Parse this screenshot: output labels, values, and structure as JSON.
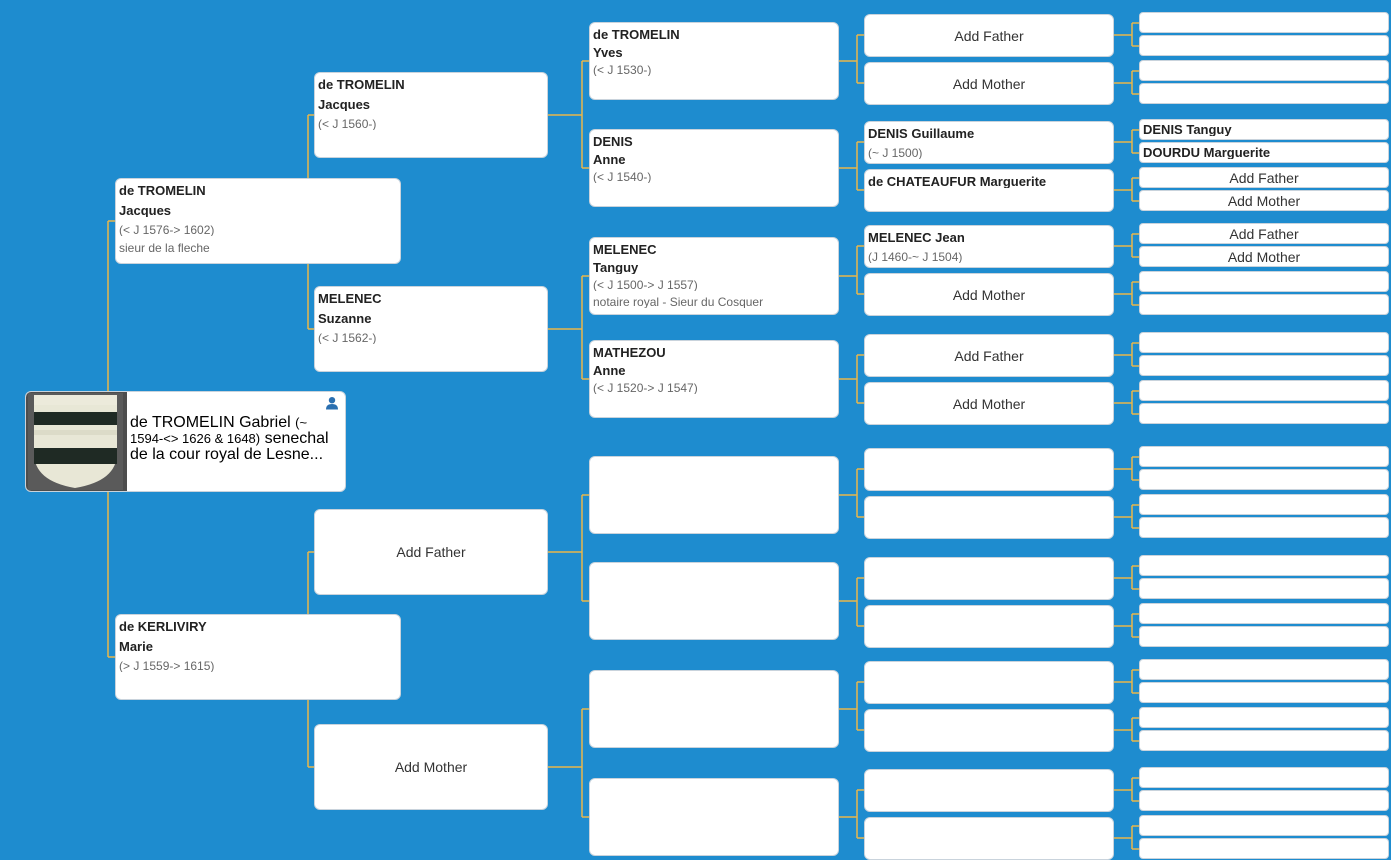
{
  "colors": {
    "background": "#1e8ccf",
    "connector": "#e8b64a",
    "card": "#ffffff"
  },
  "root": {
    "surname": "de TROMELIN",
    "given": "Gabriel",
    "dates": "(~ 1594-<> 1626 & 1648)",
    "occupation": "senechal de la cour royal de Lesne...",
    "icon": "person-icon"
  },
  "gen1": {
    "father": {
      "surname": "de TROMELIN",
      "given": "Jacques",
      "dates": "(< J 1576-> 1602)",
      "occupation": "sieur de la fleche"
    },
    "mother": {
      "surname": "de KERLIVIRY",
      "given": "Marie",
      "dates": "(> J 1559-> 1615)"
    }
  },
  "gen2": {
    "ff": {
      "surname": "de TROMELIN",
      "given": "Jacques",
      "dates": "(< J 1560-)"
    },
    "fm": {
      "surname": "MELENEC",
      "given": "Suzanne",
      "dates": "(< J 1562-)"
    },
    "mf": {
      "add": "Add Father"
    },
    "mm": {
      "add": "Add Mother"
    }
  },
  "gen3": {
    "fff": {
      "surname": "de TROMELIN",
      "given": "Yves",
      "dates": "(< J 1530-)"
    },
    "ffm": {
      "surname": "DENIS",
      "given": "Anne",
      "dates": "(< J 1540-)"
    },
    "fmf": {
      "surname": "MELENEC",
      "given": "Tanguy",
      "dates": "(< J 1500-> J 1557)",
      "occupation": "notaire royal - Sieur du Cosquer"
    },
    "fmm": {
      "surname": "MATHEZOU",
      "given": "Anne",
      "dates": "(< J 1520-> J 1547)"
    }
  },
  "gen4": {
    "ffff": {
      "add": "Add Father"
    },
    "fffm": {
      "add": "Add Mother"
    },
    "ffmf": {
      "name": "DENIS Guillaume",
      "dates": "(~ J 1500)"
    },
    "ffmm": {
      "name": "de CHATEAUFUR Marguerite"
    },
    "fmff": {
      "name": "MELENEC Jean",
      "dates": "(J 1460-~ J 1504)"
    },
    "fmfm": {
      "add": "Add Mother"
    },
    "fmmf": {
      "add": "Add Father"
    },
    "fmmm": {
      "add": "Add Mother"
    }
  },
  "gen5": {
    "ffmff": {
      "name": "DENIS Tanguy"
    },
    "ffmfm": {
      "name": "DOURDU Marguerite"
    },
    "ffmmf": {
      "add": "Add Father"
    },
    "ffmmm": {
      "add": "Add Mother"
    },
    "fmfff": {
      "add": "Add Father"
    },
    "fmffm": {
      "add": "Add Mother"
    }
  }
}
